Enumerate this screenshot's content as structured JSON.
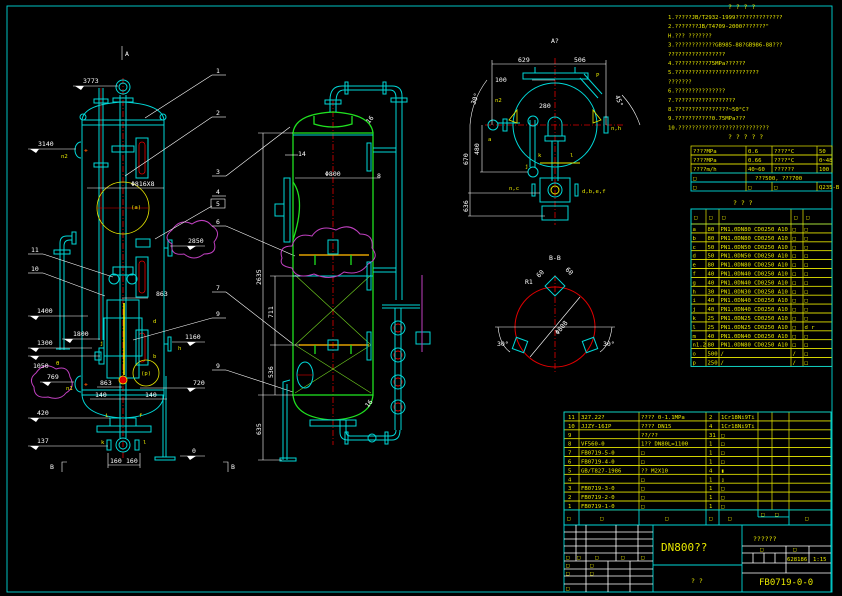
{
  "colors": {
    "background": "#000000",
    "outline": "#00d8d8",
    "text": "#e8e800",
    "centerline": "#e00000",
    "vessel": "#20e020",
    "revision_cloud": "#c040c0",
    "dimension": "#ffffff"
  },
  "notes": {
    "title": "? ? ? ?",
    "items": [
      "1.?????JB/T2932-1999??????????????",
      "2.???????JB/T4709-2000???????\"",
      "  H.??? ???????",
      "3.????????????GB985-88?GB986-88???",
      "  ?????????????????",
      "4.??????????75MPa??????",
      "5.?????????????????????????",
      "  ???????",
      "6.???????????????",
      "7.??????????????????",
      "8.????????????????~50°C?",
      "9.???????????0.75MPa???",
      "10.???????????????????????????"
    ],
    "next_title": "? ? ? ? ?"
  },
  "tech_table": {
    "rows": [
      [
        "????MPa",
        "0.6",
        "????°C",
        "50"
      ],
      [
        "????MPa",
        "0.66",
        "????°C",
        "0~48"
      ],
      [
        "????m/h",
        "40~60",
        "??????",
        "100"
      ],
      [
        "□",
        "???500, ???700"
      ],
      [
        "□",
        "□",
        "□",
        "Q235-B"
      ]
    ]
  },
  "nozzle_table": {
    "title": "? ? ?",
    "header": [
      "□",
      "□",
      "□",
      "□",
      "□"
    ],
    "rows": [
      [
        "a",
        "80",
        "PN1.0DN80 CD0250 A10",
        "□",
        "□"
      ],
      [
        "b",
        "80",
        "PN1.0DN80 CD0250 A10",
        "□",
        "□"
      ],
      [
        "c",
        "50",
        "PN1.0DN50 CD0250 A10",
        "□",
        "□"
      ],
      [
        "d",
        "50",
        "PN1.0DN50 CD0250 A10",
        "□",
        "□"
      ],
      [
        "e",
        "80",
        "PN1.0DN80 CD0250 A10",
        "□",
        "□"
      ],
      [
        "f",
        "40",
        "PN1.0DN40 CD0250 A10",
        "□",
        "□"
      ],
      [
        "g",
        "40",
        "PN1.0DN40 CD0250 A10",
        "□",
        "□"
      ],
      [
        "h",
        "30",
        "PN1.0DN30 CD0250 A10",
        "□",
        "□"
      ],
      [
        "i",
        "40",
        "PN1.0DN40 CD0250 A10",
        "□",
        "□"
      ],
      [
        "j",
        "40",
        "PN1.0DN40 CD0250 A10",
        "□",
        "□"
      ],
      [
        "k",
        "25",
        "PN1.0DN25 CD0250 A10",
        "□",
        "□"
      ],
      [
        "l",
        "25",
        "PN1.0DN25 CD0250 A10",
        "□",
        "d r"
      ],
      [
        "m",
        "40",
        "PN1.0DN40 CD0250 A10",
        "□",
        "□"
      ],
      [
        "n1.2",
        "80",
        "PN1.0DN80 CD0250 A10",
        "□",
        "□"
      ],
      [
        "o",
        "500",
        "/",
        "/",
        "□"
      ],
      [
        "p",
        "250",
        "/",
        "/",
        "□"
      ]
    ]
  },
  "parts_list": {
    "rows": [
      [
        "11",
        "327.22?",
        "???? 0-1.1MPa",
        "2",
        "1Cr18Ni9Ti"
      ],
      [
        "10",
        "JJZY-16IP",
        "???? DN15",
        "4",
        "1Cr18Ni9Ti"
      ],
      [
        "9",
        "",
        "??/??",
        "31",
        "□"
      ],
      [
        "8",
        "VF560-0",
        "1?? DN80L=1100",
        "1",
        "□"
      ],
      [
        "7",
        "FB0719-5-0",
        "□",
        "1",
        "□"
      ],
      [
        "6",
        "FB0719-4-0",
        "□",
        "1",
        "□"
      ],
      [
        "5",
        "GB/T827-1986",
        "?? M2X10",
        "4",
        "▮"
      ],
      [
        "4",
        "",
        "□",
        "1",
        "▯"
      ],
      [
        "3",
        "FB0719-3-0",
        "□",
        "1",
        "□"
      ],
      [
        "2",
        "FB0719-2-0",
        "□",
        "1",
        "□"
      ],
      [
        "1",
        "FB0719-1-0",
        "□",
        "1",
        "□"
      ]
    ],
    "header": [
      "□",
      "□",
      "□",
      "□",
      "□",
      "□",
      "□",
      "□"
    ]
  },
  "title_block": {
    "drawing_title": "DN800??",
    "company": "??????",
    "drawing_number": "FB0719-0-0",
    "sheet_note": "? ?",
    "weight": "628186",
    "scale": "1:15",
    "small_cells": [
      "□",
      "□",
      "□",
      "□",
      "□",
      "□",
      "□",
      "□",
      "□",
      "□",
      "□",
      "□"
    ]
  },
  "elevation_view": {
    "section_mark": "A",
    "section_b": "B",
    "elevations": [
      "3773",
      "3140",
      "2850",
      "1400",
      "1800",
      "1300",
      "1160",
      "1050",
      "769",
      "720",
      "420",
      "137",
      "0"
    ],
    "dimensions": {
      "diameter": "Φ816X8",
      "d863a": "863",
      "d863b": "863",
      "d140a": "140",
      "d140b": "140",
      "d160a": "160",
      "d160b": "160"
    },
    "nozzles": {
      "n2": "n2",
      "n1": "n1",
      "d": "d",
      "b": "b",
      "h": "h",
      "j": "j",
      "e": "θ",
      "i": "i",
      "f": "f",
      "k": "k",
      "l": "l"
    },
    "details": {
      "a": "(a)",
      "p": "(p)"
    },
    "callouts": [
      "1",
      "2",
      "3",
      "4",
      "5",
      "6",
      "7",
      "9",
      "9",
      "11",
      "10"
    ]
  },
  "section_view": {
    "dimensions": {
      "height": "2635",
      "d711": "711",
      "d536": "536",
      "d635": "635",
      "diameter": "Φ800",
      "t14": "14",
      "t8": "8",
      "t16": "16"
    }
  },
  "plan_view": {
    "title": "A?",
    "dimensions": {
      "d629": "629",
      "d506": "506",
      "d100": "100",
      "d280": "280",
      "a30": "30°",
      "a45": "45°",
      "d670": "670",
      "d480": "480",
      "d636": "636"
    },
    "labels": {
      "n2": "n2",
      "a": "a",
      "nh": "n,h",
      "p": "P",
      "k": "k",
      "l": "l",
      "j": "j",
      "nc": "n,c",
      "dbef": "d,b,e,f"
    }
  },
  "bb_view": {
    "title": "B-B",
    "dimensions": {
      "diameter": "Φ808",
      "a30l": "30°",
      "a30r": "30°",
      "r": "R1",
      "d60a": "60",
      "d60b": "60"
    }
  }
}
